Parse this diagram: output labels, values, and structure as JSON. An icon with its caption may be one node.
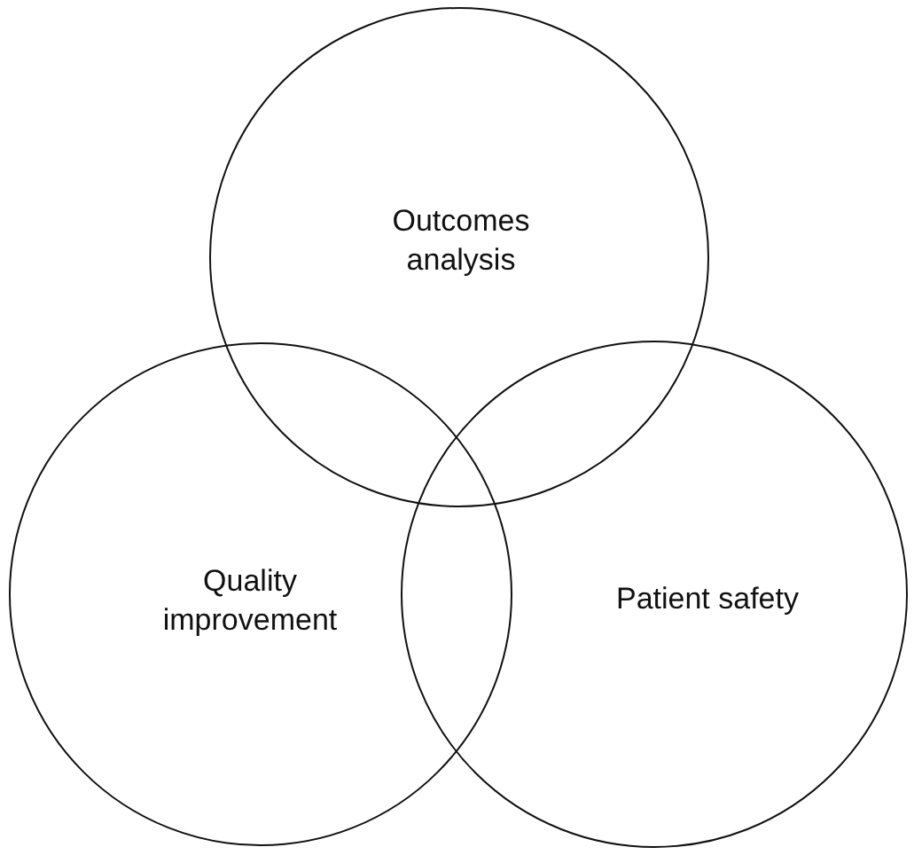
{
  "diagram": {
    "nodes": [
      {
        "text": [
          "Outcomes analysis"
        ]
      },
      {
        "text": [
          "Quality improvement"
        ]
      },
      {
        "text": [
          "Patient safety"
        ]
      }
    ]
  }
}
